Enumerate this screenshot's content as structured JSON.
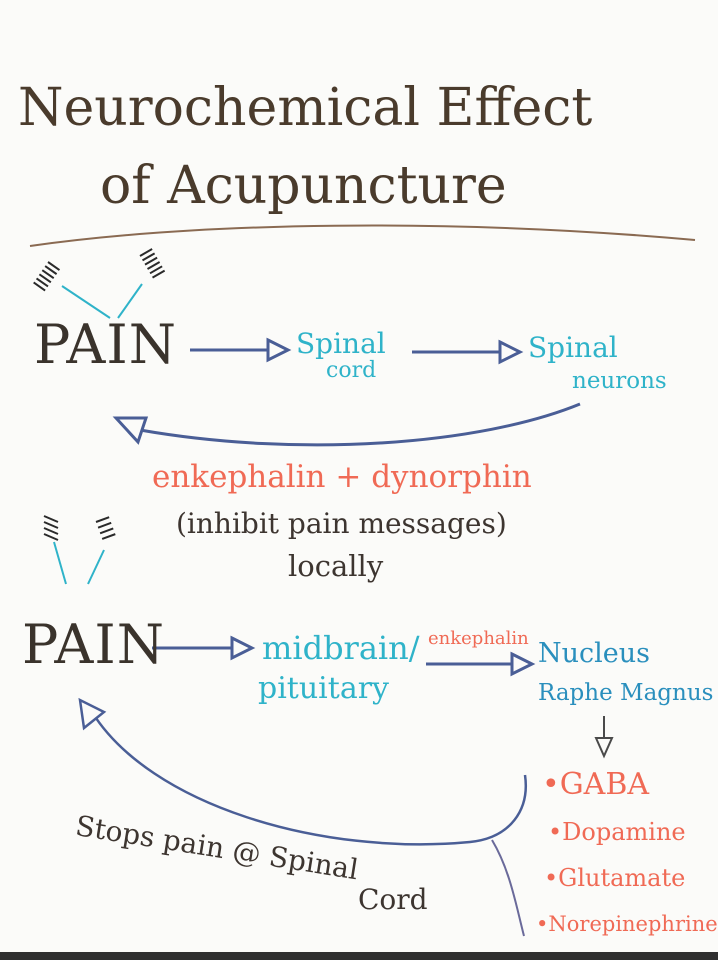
{
  "title": {
    "line1": "Neurochemical Effect",
    "line2": "of Acupuncture"
  },
  "top_flow": {
    "pain": "PAIN",
    "spinal_cord": [
      "Spinal",
      "cord"
    ],
    "spinal_neurons": [
      "Spinal",
      "neurons"
    ],
    "feedback_chemicals": "enkephalin + dynorphin",
    "feedback_effect": "(inhibit pain messages)",
    "feedback_scope": "locally"
  },
  "bottom_flow": {
    "pain": "PAIN",
    "midbrain": [
      "midbrain/",
      "pituitary"
    ],
    "arrow_label": "enkephalin",
    "nucleus": [
      "Nucleus",
      "Raphe Magnus"
    ],
    "neurotransmitters": [
      "•GABA",
      "•Dopamine",
      "•Glutamate",
      "•Norepinephrine"
    ],
    "result": [
      "Stops pain @ Spinal",
      "Cord"
    ]
  },
  "colors": {
    "ink_brown": "#4a3b2c",
    "ink_teal": "#2fb3c9",
    "ink_red": "#f06a55",
    "ink_blue": "#4a5e96"
  },
  "icons": [
    "acupuncture-needle-icon",
    "arrow-right-icon",
    "arrow-down-icon",
    "arrow-curved-back-icon"
  ]
}
